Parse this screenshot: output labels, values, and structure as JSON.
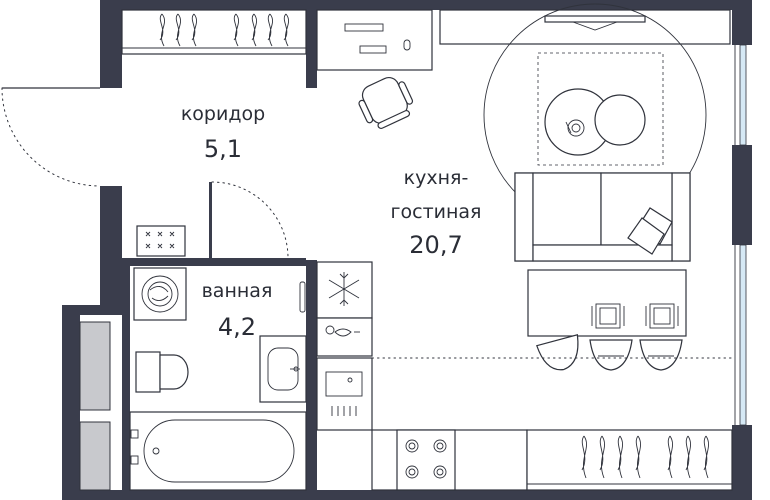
{
  "rooms": {
    "corridor": {
      "name": "коридор",
      "area": "5,1"
    },
    "kitchen_living": {
      "name_line1": "кухня-",
      "name_line2": "гостиная",
      "area": "20,7"
    },
    "bathroom": {
      "name": "ванная",
      "area": "4,2"
    }
  },
  "colors": {
    "wall": "#3a3d4c",
    "line": "#30333c",
    "window_glass": "#d6e9f5",
    "appliance_grey": "#c8c9cd"
  },
  "icons": {
    "washer": "washing-machine-icon",
    "fridge": "snowflake-icon",
    "stove": "cooktop-icon"
  }
}
